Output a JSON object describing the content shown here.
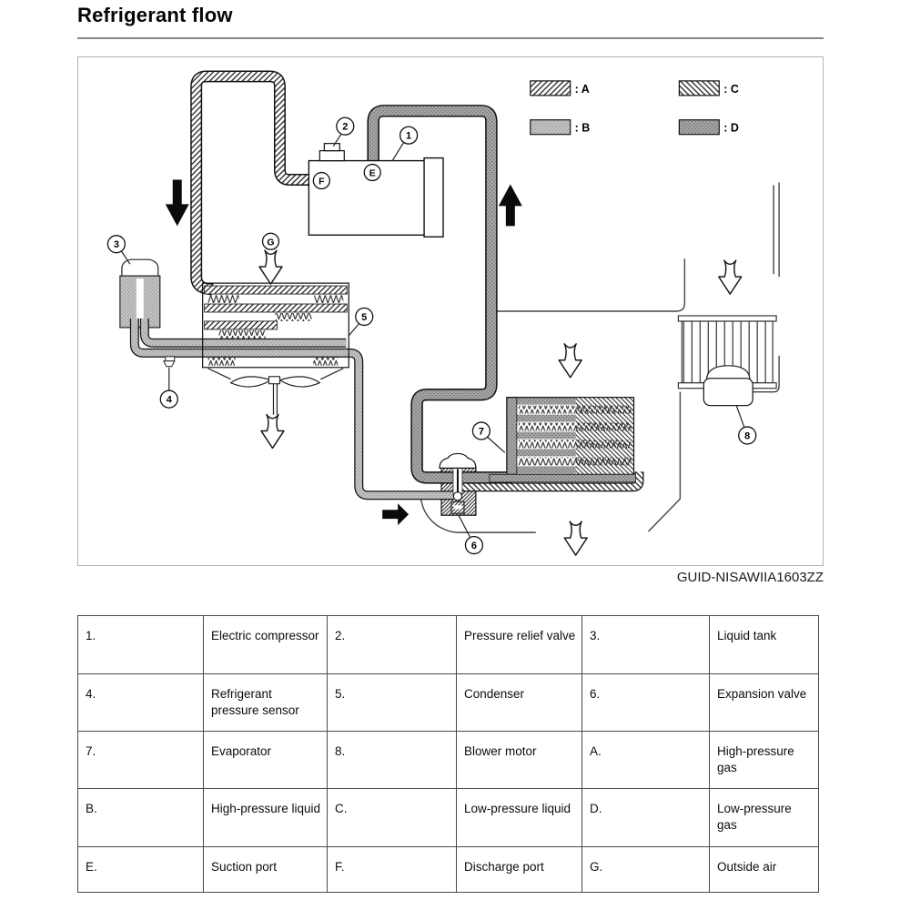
{
  "page": {
    "title": "Refrigerant flow",
    "figure_caption": "GUID-NISAWIIA1603ZZ"
  },
  "legend": {
    "a_label": ": A",
    "b_label": ": B",
    "c_label": ": C",
    "d_label": ": D"
  },
  "diagram": {
    "callouts": {
      "n1": "1",
      "n2": "2",
      "n3": "3",
      "n4": "4",
      "n5": "5",
      "n6": "6",
      "n7": "7",
      "n8": "8",
      "pE": "E",
      "pF": "F",
      "pG": "G"
    },
    "colors": {
      "gray_b": "#c3c3c3",
      "gray_d": "#a8a8a8",
      "line": "#1a1a1a"
    }
  },
  "table": {
    "rows": [
      {
        "cells": [
          "1.",
          "Electric compressor",
          "2.",
          "Pressure relief valve",
          "3.",
          "Liquid tank"
        ]
      },
      {
        "cells": [
          "4.",
          "Refrigerant pressure sensor",
          "5.",
          "Condenser",
          "6.",
          "Expansion valve"
        ]
      },
      {
        "cells": [
          "7.",
          "Evaporator",
          "8.",
          "Blower motor",
          "A.",
          "High-pressure gas"
        ]
      },
      {
        "cells": [
          "B.",
          "High-pressure liquid",
          "C.",
          "Low-pressure liquid",
          "D.",
          "Low-pressure gas"
        ]
      },
      {
        "cells": [
          "E.",
          "Suction port",
          "F.",
          "Discharge port",
          "G.",
          "Outside air"
        ]
      }
    ]
  }
}
